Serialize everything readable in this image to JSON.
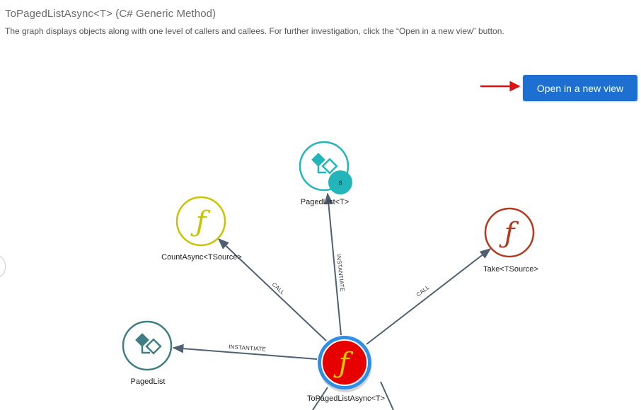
{
  "header": {
    "title": "ToPagedListAsync<T> (C# Generic Method)",
    "description": "The graph displays objects along with one level of callers and callees. For further investigation, click the “Open in a new view” button."
  },
  "toolbar": {
    "open_new_view_label": "Open in a new view"
  },
  "graph": {
    "nodes": {
      "center": {
        "label": "ToPagedListAsync<T>",
        "icon": "function-icon",
        "color": "#e60000"
      },
      "paged_list_t": {
        "label": "PagedList<T>",
        "icon": "class-icon",
        "color": "#22b5b9",
        "badge": "8"
      },
      "count_async": {
        "label": "CountAsync<TSource>",
        "icon": "function-icon",
        "color": "#c8c400"
      },
      "take": {
        "label": "Take<TSource>",
        "icon": "function-icon",
        "color": "#b23a1f"
      },
      "paged_list": {
        "label": "PagedList",
        "icon": "class-icon",
        "color": "#3f7e82"
      }
    },
    "edges": {
      "to_paged_list_t": "INSTANTIATE",
      "to_count_async": "CALL",
      "to_take": "CALL",
      "to_paged_list": "INSTANTIATE"
    }
  },
  "colors": {
    "button": "#1d6fd2",
    "edge": "#4f6170",
    "arrow": "#dd1111",
    "center_ring": "#2f8fe6"
  }
}
